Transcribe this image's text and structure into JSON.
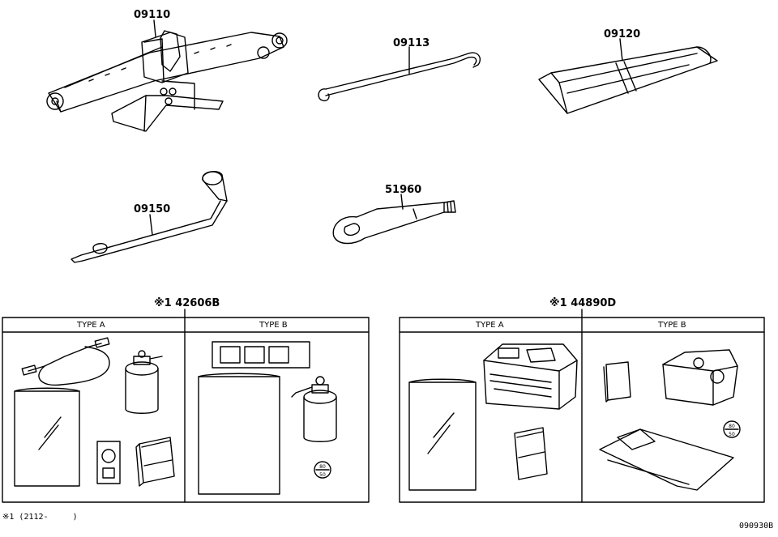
{
  "parts": {
    "jack": "09110",
    "handle": "09113",
    "bag": "09120",
    "wrench": "09150",
    "eye": "51960"
  },
  "kit_left": {
    "label": "※1 42606B",
    "type_a": "TYPE A",
    "type_b": "TYPE B"
  },
  "kit_right": {
    "label": "※1 44890D",
    "type_a": "TYPE A",
    "type_b": "TYPE B"
  },
  "speed_mark": {
    "top": "80",
    "bottom": "50"
  },
  "footnote": "※1 (2112-     )",
  "figure_id": "090930B"
}
